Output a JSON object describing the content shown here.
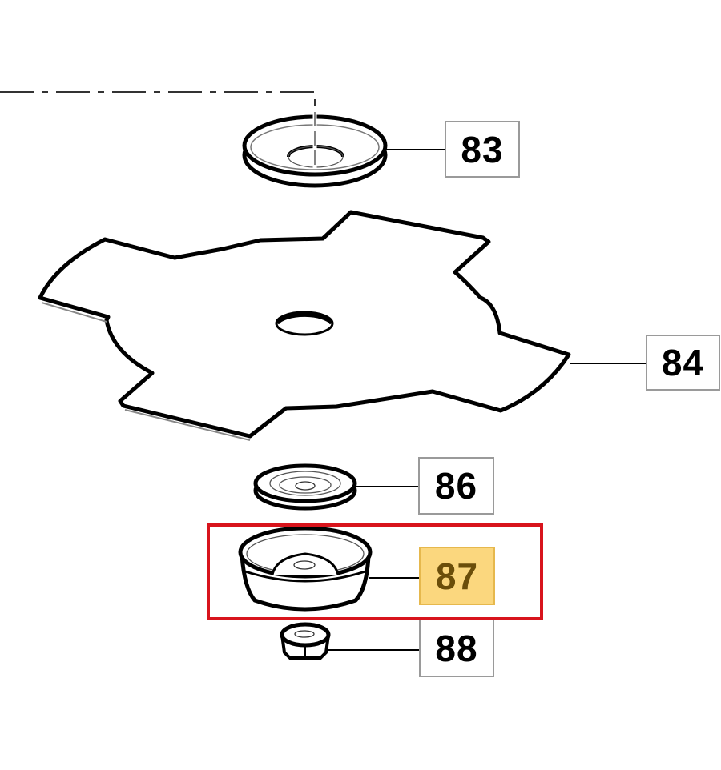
{
  "diagram": {
    "type": "exploded parts diagram",
    "colors": {
      "line": "#000000",
      "label_border": "#9a9a9a",
      "selected_fill": "#fbd77e",
      "selected_border": "#e6b84d",
      "selected_text": "#6b4e0a",
      "highlight_frame": "#d8141c",
      "background": "#ffffff"
    },
    "parts": [
      {
        "number": "83",
        "name": "upper washer / support cup",
        "selected": false
      },
      {
        "number": "84",
        "name": "4-tooth grass cutting blade",
        "selected": false
      },
      {
        "number": "86",
        "name": "lower washer",
        "selected": false
      },
      {
        "number": "87",
        "name": "protection cup",
        "selected": true
      },
      {
        "number": "88",
        "name": "blade nut",
        "selected": false
      }
    ],
    "selected_part": "87"
  }
}
